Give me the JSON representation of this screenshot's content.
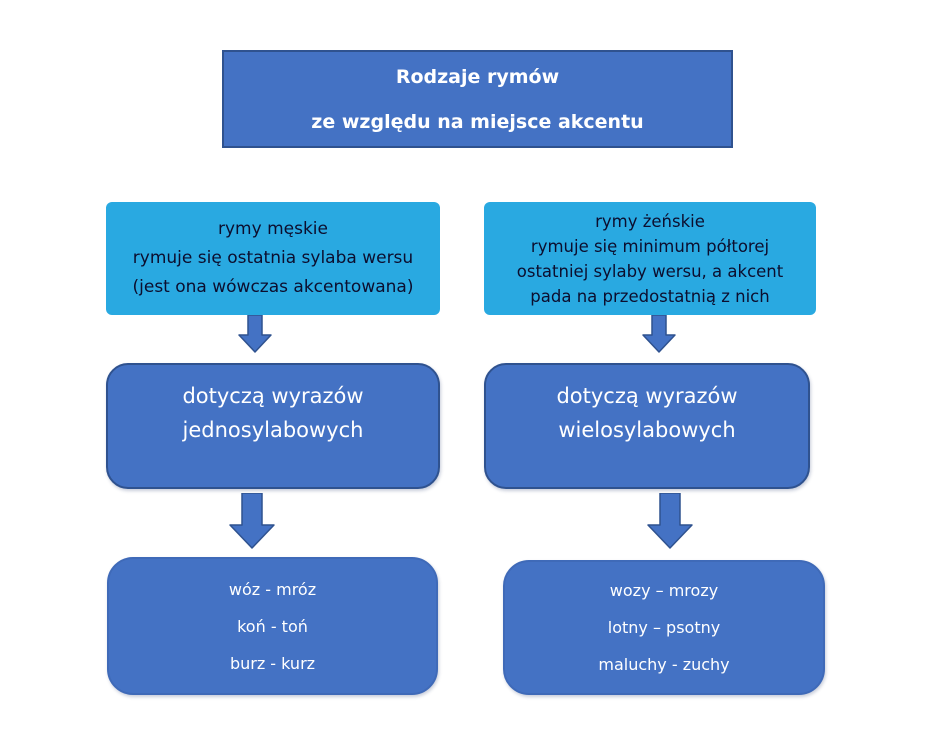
{
  "diagram": {
    "title": {
      "line1": "Rodzaje rymów",
      "line2": "ze względu na miejsce akcentu"
    },
    "columns": [
      {
        "id": "rymy-meskie",
        "definition": {
          "lines": [
            "rymy męskie",
            "rymuje się ostatnia sylaba wersu",
            "(jest ona wówczas akcentowana)"
          ]
        },
        "middle": {
          "lines": [
            "dotyczą wyrazów",
            "jednosylabowych"
          ]
        },
        "examples": {
          "lines": [
            "wóz - mróz",
            "koń - toń",
            "burz - kurz"
          ]
        }
      },
      {
        "id": "rymy-zenskie",
        "definition": {
          "lines": [
            "rymy żeńskie",
            "rymuje się minimum półtorej",
            "ostatniej sylaby wersu, a akcent",
            "pada na przedostatnią z nich"
          ]
        },
        "middle": {
          "lines": [
            "dotyczą wyrazów",
            "wielosylabowych"
          ]
        },
        "examples": {
          "lines": [
            "wozy – mrozy",
            "lotny – psotny",
            "maluchy - zuchy"
          ]
        }
      }
    ],
    "colors": {
      "accent_blue": "#4472c4",
      "accent_blue_border": "#2f528f",
      "light_blue": "#29a9e1",
      "dark_text": "#0c0e2e",
      "white_text": "#ffffff",
      "background": "#ffffff"
    }
  }
}
